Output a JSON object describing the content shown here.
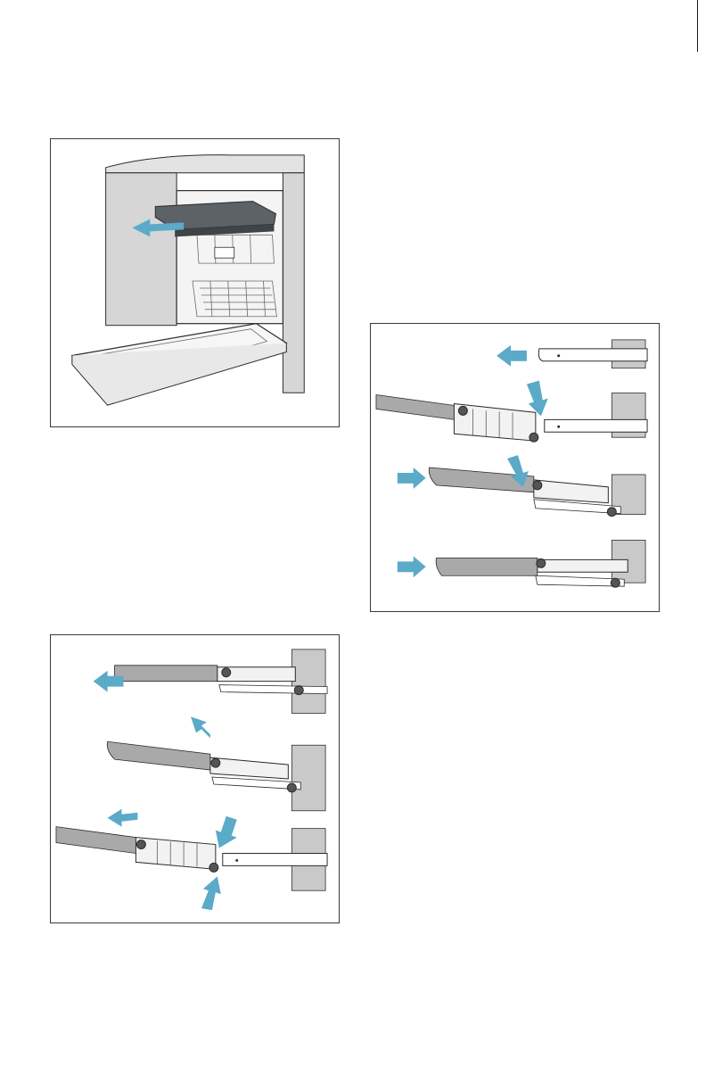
{
  "page": {
    "figures": [
      {
        "id": "fig-1",
        "subject": "dishwasher-upper-rack-removal"
      },
      {
        "id": "fig-2",
        "subject": "rail-attach-sequence"
      },
      {
        "id": "fig-3",
        "subject": "rail-detach-sequence"
      }
    ]
  },
  "colors": {
    "arrow": "#5aaac8",
    "outline": "#2b2b2b",
    "rail": "#a9a9a9",
    "wall": "#c9c9c9",
    "frame": "#3a3a3a"
  },
  "icons": [
    "arrow-left-icon",
    "arrow-right-icon",
    "arrow-down-icon",
    "arrow-up-icon"
  ]
}
